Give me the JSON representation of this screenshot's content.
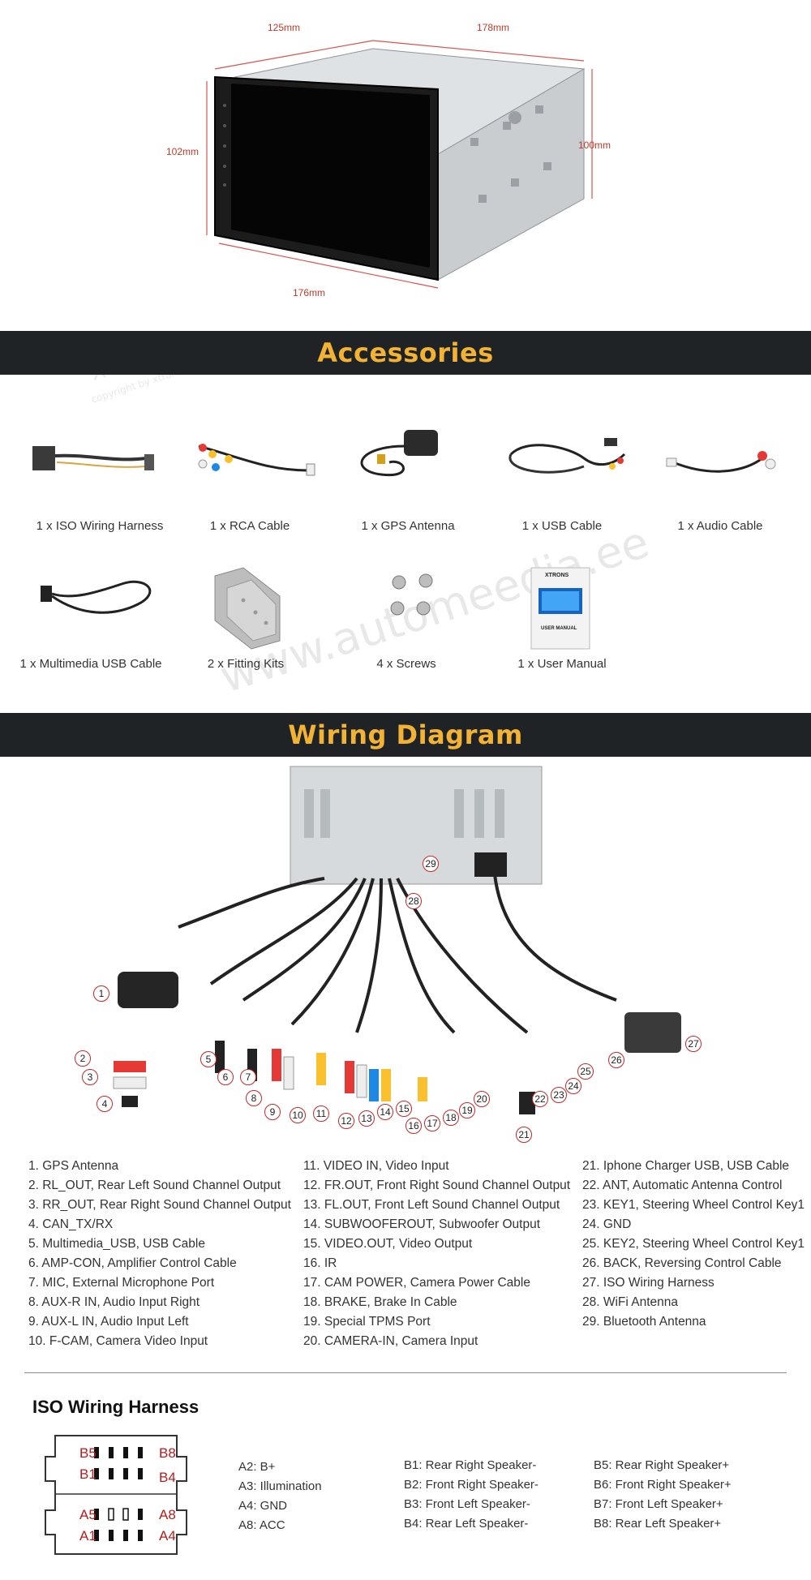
{
  "dimensions": {
    "top_left": "125mm",
    "top_right": "178mm",
    "left": "102mm",
    "right": "100mm",
    "bottom": "176mm"
  },
  "watermarks": {
    "brand": "XTRONS",
    "copyright": "copyright by xtrons",
    "site": "www.automeedia.ee"
  },
  "accessories": {
    "heading": "Accessories",
    "items": [
      {
        "label": "1 x ISO Wiring Harness",
        "icon": "iso-harness"
      },
      {
        "label": "1 x RCA Cable",
        "icon": "rca-cable"
      },
      {
        "label": "1 x GPS Antenna",
        "icon": "gps-antenna"
      },
      {
        "label": "1 x  USB Cable",
        "icon": "usb-cable"
      },
      {
        "label": "1 x Audio Cable",
        "icon": "audio-cable"
      },
      {
        "label": "1 x Multimedia USB Cable",
        "icon": "multimedia-usb"
      },
      {
        "label": "2 x Fitting Kits",
        "icon": "fitting-kit"
      },
      {
        "label": "4 x Screws",
        "icon": "screws"
      },
      {
        "label": "1 x User Manual",
        "icon": "user-manual"
      }
    ],
    "manual_brand": "XTRONS",
    "manual_caption": "USER MANUAL"
  },
  "wiring": {
    "heading": "Wiring Diagram",
    "legend": [
      "1. GPS Antenna",
      "2. RL_OUT, Rear Left Sound Channel Output",
      "3. RR_OUT, Rear Right Sound Channel Output",
      "4. CAN_TX/RX",
      "5. Multimedia_USB, USB Cable",
      "6. AMP-CON, Amplifier Control Cable",
      "7. MIC, External Microphone Port",
      "8. AUX-R IN, Audio Input Right",
      "9. AUX-L IN, Audio Input Left",
      "10. F-CAM, Camera Video Input",
      "11. VIDEO IN, Video Input",
      "12. FR.OUT, Front Right Sound Channel Output",
      "13. FL.OUT, Front Left Sound Channel Output",
      "14. SUBWOOFEROUT, Subwoofer Output",
      "15. VIDEO.OUT, Video Output",
      "16. IR",
      "17. CAM POWER, Camera Power Cable",
      "18. BRAKE, Brake In Cable",
      "19. Special TPMS Port",
      "20. CAMERA-IN, Camera Input",
      "21. Iphone Charger USB, USB Cable",
      "22. ANT, Automatic Antenna Control",
      "23. KEY1, Steering Wheel Control Key1",
      "24. GND",
      "25. KEY2, Steering Wheel Control Key1",
      "26. BACK, Reversing Control Cable",
      "27. ISO Wiring Harness",
      "28. WiFi Antenna",
      "29. Bluetooth Antenna"
    ],
    "callouts": [
      "1",
      "2",
      "3",
      "4",
      "5",
      "6",
      "7",
      "8",
      "9",
      "10",
      "11",
      "12",
      "13",
      "14",
      "15",
      "16",
      "17",
      "18",
      "19",
      "20",
      "21",
      "22",
      "23",
      "24",
      "25",
      "26",
      "27",
      "28",
      "29"
    ]
  },
  "iso": {
    "title": "ISO Wiring Harness",
    "connector_labels": {
      "b5": "B5",
      "b8": "B8",
      "b1": "B1",
      "b4": "B4",
      "a5": "A5",
      "a8": "A8",
      "a1": "A1",
      "a4": "A4"
    },
    "col_a": [
      "A2: B+",
      "A3: Illumination",
      "A4: GND",
      "A8: ACC"
    ],
    "col_b1": [
      "B1: Rear Right Speaker-",
      "B2: Front Right Speaker-",
      "B3: Front Left Speaker-",
      "B4: Rear Left Speaker-"
    ],
    "col_b2": [
      "B5: Rear Right Speaker+",
      "B6: Front Right Speaker+",
      "B7: Front Left Speaker+",
      "B8: Rear Left Speaker+"
    ]
  },
  "colors": {
    "banner_bg": "#1f2326",
    "banner_text": "#f2b233",
    "dimension_lines": "#d9534f",
    "callout_border": "#c62828",
    "iso_label": "#b71c1c"
  }
}
